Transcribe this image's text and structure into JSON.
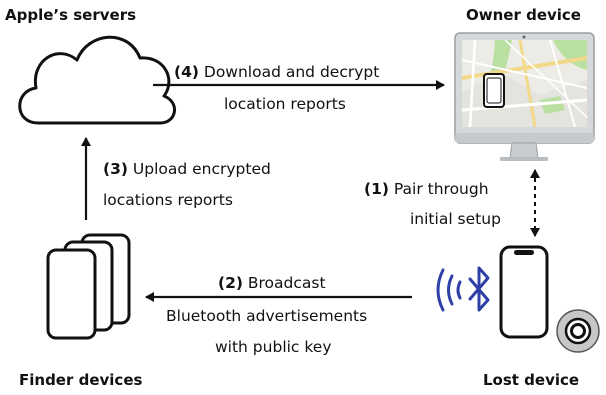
{
  "nodes": {
    "servers": "Apple’s servers",
    "owner": "Owner device",
    "finders": "Finder devices",
    "lost": "Lost device"
  },
  "edges": {
    "download": {
      "step": "(4)",
      "line1": "Download and decrypt",
      "line2": "location reports"
    },
    "upload": {
      "step": "(3)",
      "line1": "Upload encrypted",
      "line2": "locations reports"
    },
    "pair": {
      "step": "(1)",
      "line1": "Pair through",
      "line2": "initial setup"
    },
    "broadcast": {
      "step": "(2)",
      "line1": "Broadcast",
      "line2": "Bluetooth advertisements",
      "line3": "with public key"
    }
  },
  "colors": {
    "bluetooth": "#2f3fa8",
    "map_green": "#b9dfa1",
    "map_yellow": "#f2d98a",
    "map_road": "#ffffff",
    "map_bg": "#ecebe6",
    "monitor_frame": "#cfd3d6",
    "airtag": "#c7c7c7"
  },
  "icons": [
    "cloud-icon",
    "monitor-icon",
    "phone-stack-icon",
    "phone-icon",
    "bluetooth-icon",
    "airtag-icon"
  ]
}
